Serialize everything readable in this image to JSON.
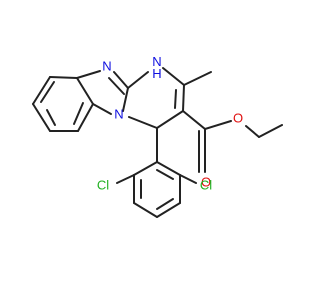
{
  "molecule": {
    "colors": {
      "bond": "#222222",
      "N": "#1010e0",
      "O": "#e01010",
      "Cl": "#20b020",
      "background": "#ffffff"
    },
    "atoms": [
      {
        "id": "nh",
        "element": "N",
        "label": "N",
        "sub": "H"
      },
      {
        "id": "n_imine",
        "element": "N",
        "label": "N"
      },
      {
        "id": "n_bridge",
        "element": "N",
        "label": "N"
      },
      {
        "id": "o_carbonyl",
        "element": "O",
        "label": "O"
      },
      {
        "id": "o_ester",
        "element": "O",
        "label": "O"
      },
      {
        "id": "cl_left",
        "element": "Cl",
        "label": "Cl"
      },
      {
        "id": "cl_right",
        "element": "Cl",
        "label": "Cl"
      }
    ]
  }
}
